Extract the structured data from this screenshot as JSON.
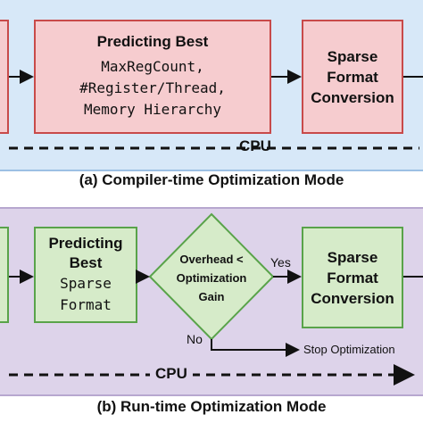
{
  "panel_a": {
    "predict_title_1": "Predicting Best",
    "predict_items": [
      "MaxRegCount,",
      "#Register/Thread,",
      "Memory Hierarchy"
    ],
    "convert_lines": [
      "Sparse",
      "Format",
      "Conversion"
    ],
    "cpu_label": "CPU",
    "caption": "(a) Compiler-time Optimization Mode"
  },
  "panel_b": {
    "predict_title_lines": [
      "Predicting",
      "Best"
    ],
    "predict_items": [
      "Sparse",
      "Format"
    ],
    "decision_lines": [
      "Overhead <",
      "Optimization",
      "Gain"
    ],
    "yes_label": "Yes",
    "no_label": "No",
    "stop_label": "Stop Optimization",
    "convert_lines": [
      "Sparse",
      "Format",
      "Conversion"
    ],
    "cpu_label": "CPU",
    "caption": "(b) Run-time Optimization Mode"
  },
  "colors": {
    "panel_a_bg": "#d7e8f8",
    "panel_b_bg": "#ddd3ea",
    "pink_fill": "#f6cccf",
    "pink_border": "#c84a4a",
    "green_fill": "#d6ebc9",
    "green_border": "#59a34a"
  }
}
